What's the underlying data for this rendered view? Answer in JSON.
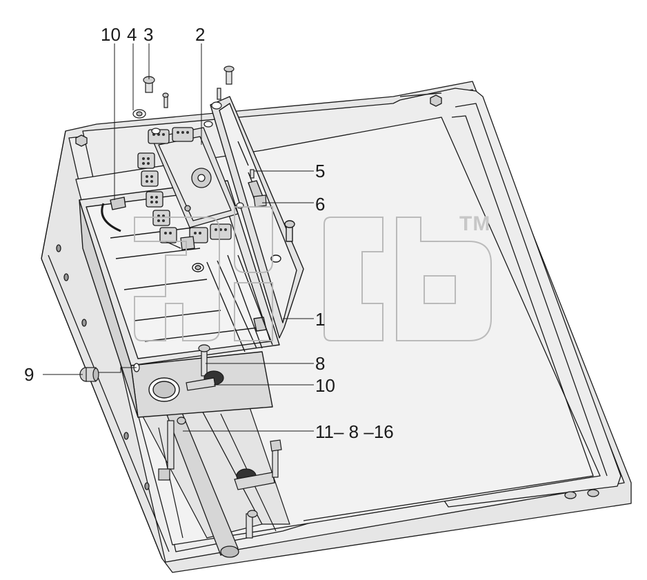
{
  "callouts": {
    "c10_top": "10",
    "c4": "4",
    "c3": "3",
    "c2": "2",
    "c5": "5",
    "c6": "6",
    "c1": "1",
    "c8": "8",
    "c10_mid": "10",
    "c9": "9",
    "c11_8_16": "11– 8 –16"
  },
  "watermark": {
    "trademark": "TM",
    "color": "#cfcfcf"
  },
  "colors": {
    "line": "#1a1a1a",
    "fill_panel": "#e9e9e9",
    "fill_box": "#d9d9d9",
    "fill_dark": "#bdbdbd"
  }
}
